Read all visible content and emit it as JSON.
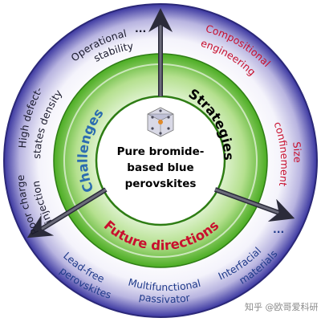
{
  "center": {
    "lines": [
      "Pure bromide-",
      "based blue",
      "perovskites"
    ]
  },
  "middle_ring": {
    "challenges": "Challenges",
    "strategies": "Strategies",
    "future_directions": "Future directions"
  },
  "outer_ring": {
    "challenges_items": {
      "operational_1": "Operational",
      "operational_2": "stability",
      "ellipsis": "...",
      "defect_1": "High defect-",
      "defect_2": "states density",
      "injection_1": "Poor charge",
      "injection_2": "injection"
    },
    "strategies_items": {
      "compositional_1": "Compositional",
      "compositional_2": "engineering",
      "size_1": "Size",
      "size_2": "confinement",
      "ellipsis": "..."
    },
    "future_items": {
      "leadfree_1": "Lead-free",
      "leadfree_2": "perovskites",
      "multi_1": "Multifunctional",
      "multi_2": "passivator",
      "interfacial_1": "Interfacial",
      "interfacial_2": "materials"
    }
  },
  "watermark": "知乎 @欧哥爱科研",
  "colors": {
    "outer_ring_dark": "#2d2a8f",
    "outer_ring_light": "#ffffff",
    "middle_ring_green": "#5cb82e",
    "challenges_text": "#2b6cb0",
    "strategies_text": "#000000",
    "future_text": "#c8102e",
    "red_items": "#c8102e",
    "blue_items": "#1f3a8a"
  }
}
